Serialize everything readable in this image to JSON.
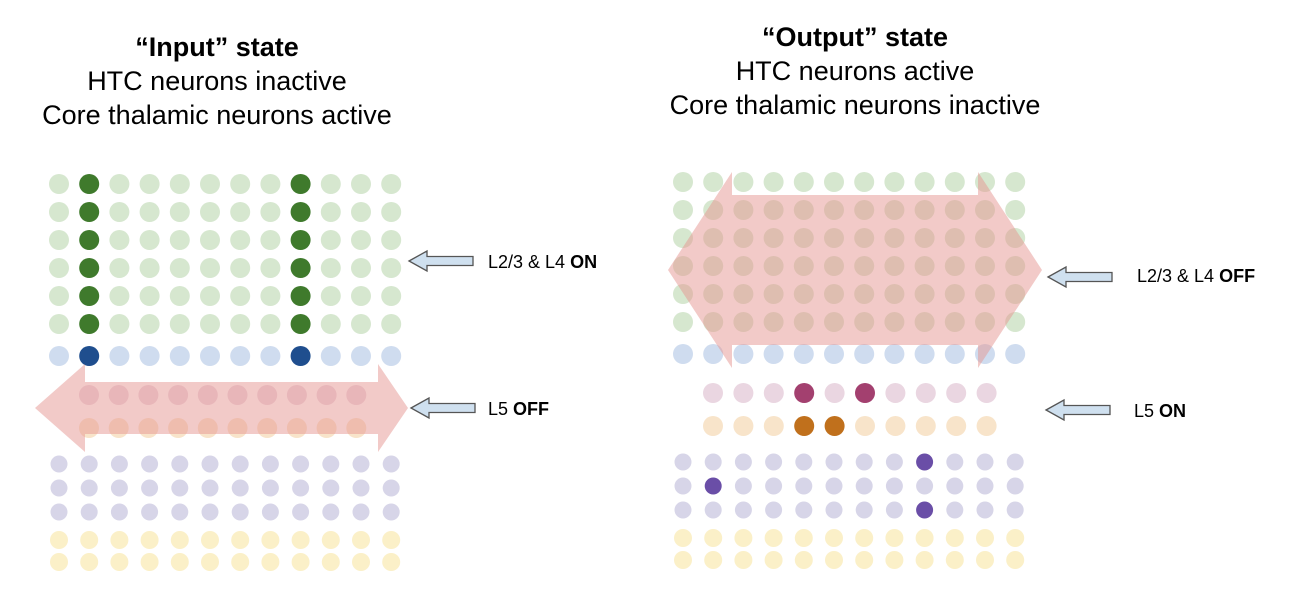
{
  "left_panel": {
    "title": "“Input” state",
    "line1": "HTC neurons inactive",
    "line2": "Core thalamic neurons active",
    "label_l23": {
      "text": "L2/3 & L4 ",
      "bold": "ON"
    },
    "label_l5": {
      "text": "L5 ",
      "bold": "OFF"
    }
  },
  "right_panel": {
    "title": "“Output” state",
    "line1": "HTC neurons active",
    "line2": "Core thalamic neurons inactive",
    "label_l23": {
      "text": "L2/3 & L4 ",
      "bold": "OFF"
    },
    "label_l5": {
      "text": "L5 ",
      "bold": "ON"
    }
  },
  "colors": {
    "green_light": "#d6e7cf",
    "green_dark": "#3f7a2c",
    "blue_light": "#cfdcef",
    "blue_dark": "#1f4e8e",
    "pink_light": "#ead6e1",
    "pink_dark": "#a3406f",
    "orange_light": "#f8e4ca",
    "orange_dark": "#c0701c",
    "lavender_light": "#d7d5e8",
    "lavender_dark": "#6a4ea7",
    "yellow_light": "#fbf0c8",
    "arrow_fill": "#e6959180",
    "pointer_fill": "#cfe0ef",
    "pointer_stroke": "#555555"
  },
  "layers": {
    "left": {
      "green_active_columns": [
        2,
        9
      ],
      "blue_active_columns": [
        2,
        9
      ]
    },
    "right": {
      "pink_active_columns": [
        4,
        6
      ],
      "orange_active_columns": [
        4,
        5
      ],
      "lavender_active": [
        [
          1,
          9
        ],
        [
          2,
          2
        ],
        [
          3,
          9
        ]
      ]
    }
  }
}
